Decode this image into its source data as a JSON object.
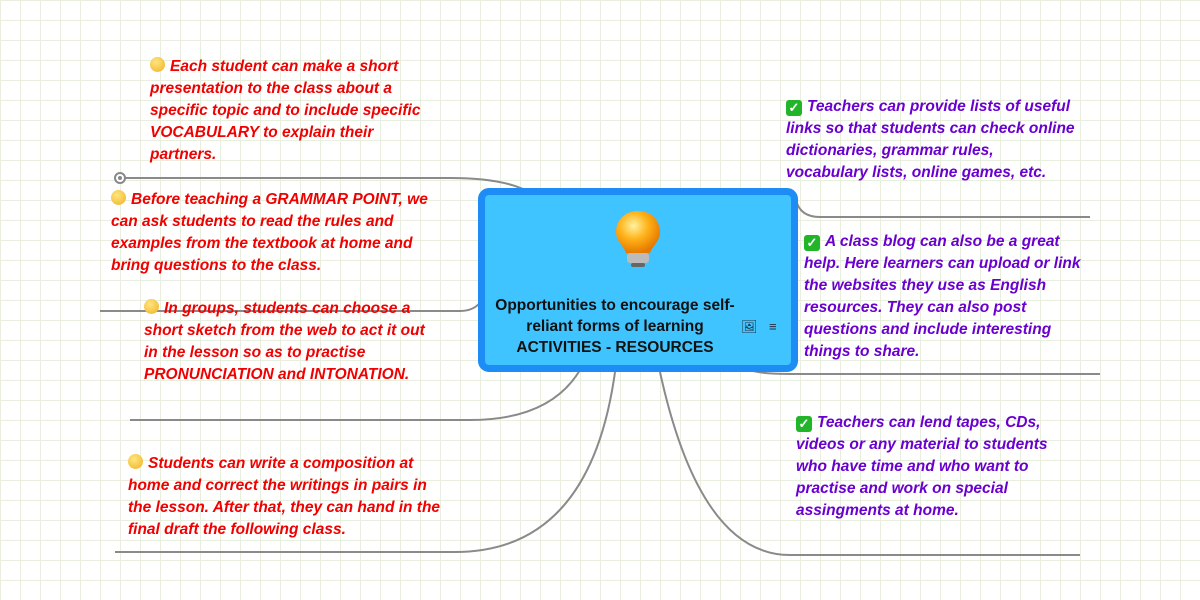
{
  "central": {
    "title": "Opportunities to encourage self-reliant forms of learning ACTIVITIES - RESOURCES",
    "icon": "lightbulb-icon"
  },
  "left_nodes": [
    {
      "text": "Each student can make a short presentation to the class about a specific topic and to include specific VOCABULARY to explain their partners.",
      "icon": "smiley-icon"
    },
    {
      "text": "Before teaching a GRAMMAR POINT, we can ask students to read the rules and examples from the textbook at home and bring questions to the class.",
      "icon": "smiley-icon"
    },
    {
      "text": "In groups, students can choose a short sketch from the web to act it out in the lesson so as to practise PRONUNCIATION and INTONATION.",
      "icon": "smiley-icon"
    },
    {
      "text": "Students can write a composition at home and correct the writings in pairs in the lesson. After that, they can hand in the final draft the following class.",
      "icon": "smiley-icon"
    }
  ],
  "right_nodes": [
    {
      "text": "Teachers can provide lists of useful links so that students can check online dictionaries, grammar rules, vocabulary lists, online games, etc.",
      "icon": "checkmark-icon"
    },
    {
      "text": "A class blog can also be a great help. Here learners can upload or link the websites they use as English resources. They can also post questions and include interesting things to share.",
      "icon": "checkmark-icon"
    },
    {
      "text": "Teachers can lend tapes, CDs, videos or any material to students who have time and who want to practise and work on special assingments at home.",
      "icon": "checkmark-icon"
    }
  ],
  "colors": {
    "left_text": "#f00000",
    "right_text": "#6a00d0",
    "center_fill": "#40c4ff",
    "center_border": "#1e8cf5"
  }
}
